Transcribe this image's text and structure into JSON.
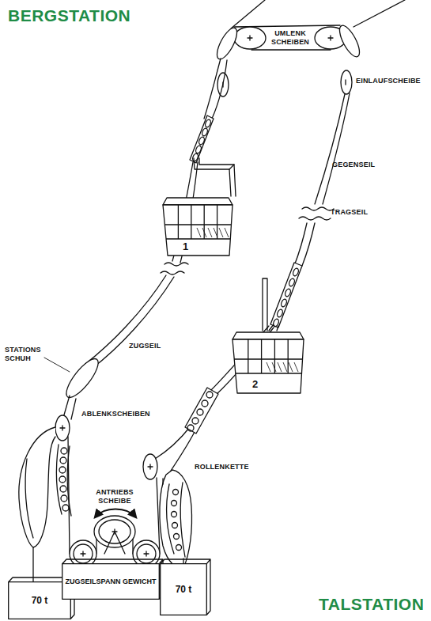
{
  "diagram": {
    "nodes": [
      {
        "text": [
          "1"
        ]
      },
      {
        "text": [
          "2"
        ]
      },
      {
        "text": [
          "70 t"
        ]
      },
      {
        "text": [
          "ZUGSEILSPANN GEWICHT"
        ]
      },
      {
        "text": [
          "70 t"
        ]
      }
    ],
    "labels": [
      "BERGSTATION",
      "UMLENK SCHEIBEN",
      "EINLAUFSCHEIBE",
      "GEGENSEIL",
      "TRAGSEIL",
      "ZUGSEIL",
      "STATIONS SCHUH",
      "ABLENKSCHEIBEN",
      "ANTRIEBS SCHEIBE",
      "ROLLENKETTE",
      "TALSTATION"
    ]
  }
}
